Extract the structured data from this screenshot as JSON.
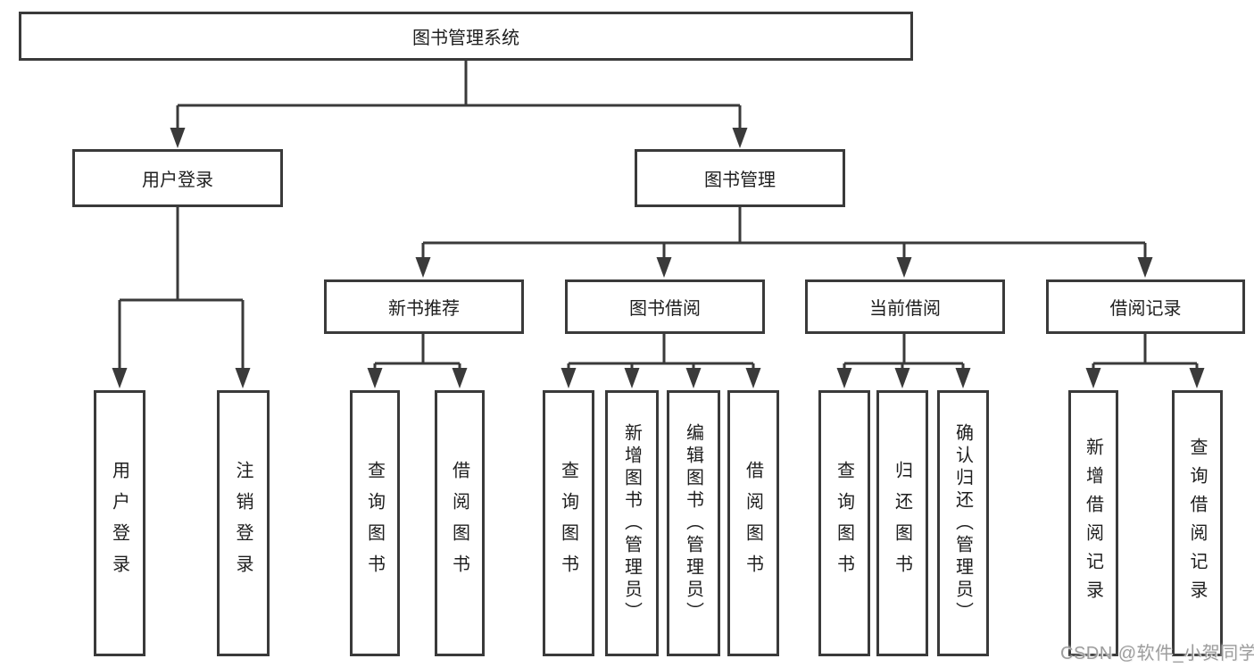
{
  "diagram": {
    "root": {
      "label": "图书管理系统"
    },
    "user_login_branch": {
      "label": "用户登录",
      "children": [
        {
          "label": "用户登录"
        },
        {
          "label": "注销登录"
        }
      ]
    },
    "book_mgmt_branch": {
      "label": "图书管理",
      "groups": [
        {
          "label": "新书推荐",
          "children": [
            {
              "label": "查询图书"
            },
            {
              "label": "借阅图书"
            }
          ]
        },
        {
          "label": "图书借阅",
          "children": [
            {
              "label": "查询图书"
            },
            {
              "label": "新增图书（管理员）"
            },
            {
              "label": "编辑图书（管理员）"
            },
            {
              "label": "借阅图书"
            }
          ]
        },
        {
          "label": "当前借阅",
          "children": [
            {
              "label": "查询图书"
            },
            {
              "label": "归还图书"
            },
            {
              "label": "确认归还（管理员）"
            }
          ]
        },
        {
          "label": "借阅记录",
          "children": [
            {
              "label": "新增借阅记录"
            },
            {
              "label": "查询借阅记录"
            }
          ]
        }
      ]
    }
  },
  "watermark": {
    "text": "CSDN @软件_小贺同学"
  },
  "colors": {
    "line": "#3a3a3a",
    "box_border": "#3a3a3a",
    "text": "#1e1e1e",
    "watermark": "#9d9d9d",
    "background": "#ffffff"
  }
}
